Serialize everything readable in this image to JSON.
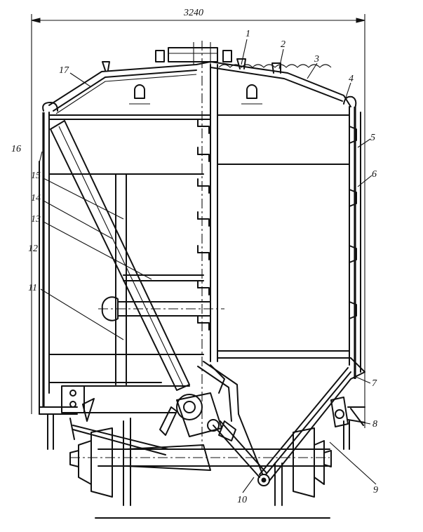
{
  "dimension": {
    "text": "3240"
  },
  "callouts": [
    {
      "id": "1",
      "text": "1"
    },
    {
      "id": "2",
      "text": "2"
    },
    {
      "id": "3",
      "text": "3"
    },
    {
      "id": "4",
      "text": "4"
    },
    {
      "id": "5",
      "text": "5"
    },
    {
      "id": "6",
      "text": "6"
    },
    {
      "id": "7",
      "text": "7"
    },
    {
      "id": "8",
      "text": "8"
    },
    {
      "id": "9",
      "text": "9"
    },
    {
      "id": "10",
      "text": "10"
    },
    {
      "id": "11",
      "text": "11"
    },
    {
      "id": "12",
      "text": "12"
    },
    {
      "id": "13",
      "text": "13"
    },
    {
      "id": "14",
      "text": "14"
    },
    {
      "id": "15",
      "text": "15"
    },
    {
      "id": "16",
      "text": "16"
    },
    {
      "id": "17",
      "text": "17"
    }
  ]
}
